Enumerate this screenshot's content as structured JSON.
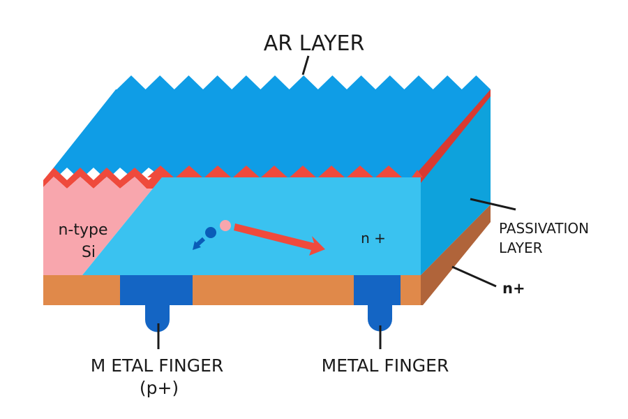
{
  "diagram": {
    "title": "Solar cell cross-section",
    "labels": {
      "ar_layer": "AR LAYER",
      "n_type_si_line1": "n-type",
      "n_type_si_line2": "Si",
      "front_n_plus": "n +",
      "passivation_line1": "PASSIVATION",
      "passivation_line2": "LAYER",
      "side_n_plus": "n+",
      "metal_finger_left_line1": "M ETAL FINGER",
      "metal_finger_left_line2": "(p+)",
      "metal_finger_right": "METAL FINGER"
    },
    "colors": {
      "ar_layer": "#0f9de6",
      "ar_side": "#0ea2dc",
      "emitter_red": "#ef4a3c",
      "n_type_si": "#f8a6ad",
      "front_face": "#3ac2f0",
      "bottom_layer": "#e0894a",
      "bottom_side": "#b0643a",
      "metal": "#1465c4",
      "hole": "#f8a6ad",
      "electron": "#0a5cb8",
      "arrow": "#ef4a3c",
      "leader": "#1a1a1a"
    }
  }
}
